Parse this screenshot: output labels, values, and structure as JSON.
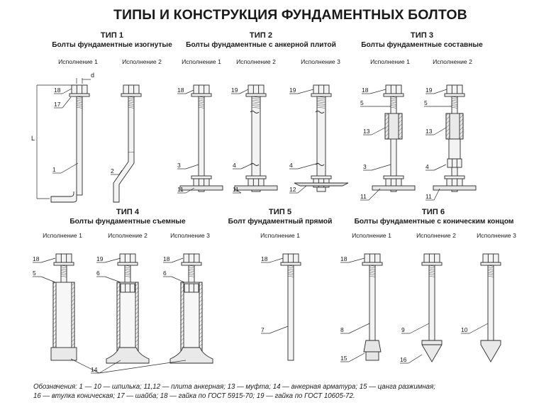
{
  "title": "ТИПЫ И КОНСТРУКЦИЯ ФУНДАМЕНТНЫХ БОЛТОВ",
  "types": [
    {
      "label": "ТИП 1",
      "subtitle": "Болты фундаментные изогнутые",
      "variants": [
        "Исполнение 1",
        "Исполнение 2"
      ]
    },
    {
      "label": "ТИП 2",
      "subtitle": "Болты фундаментные с анкерной плитой",
      "variants": [
        "Исполнение 1",
        "Исполнение 2",
        "Исполнение 3"
      ]
    },
    {
      "label": "ТИП 3",
      "subtitle": "Болты фундаментные составные",
      "variants": [
        "Исполнение 1",
        "Исполнение 2"
      ]
    },
    {
      "label": "ТИП 4",
      "subtitle": "Болты фундаментные съемные",
      "variants": [
        "Исполнение 1",
        "Исполнение 2",
        "Исполнение 3"
      ]
    },
    {
      "label": "ТИП 5",
      "subtitle": "Болт фундаментный прямой",
      "variants": [
        "Исполнение 1"
      ]
    },
    {
      "label": "ТИП 6",
      "subtitle": "Болты фундаментные с коническим концом",
      "variants": [
        "Исполнение 1",
        "Исполнение 2",
        "Исполнение 3"
      ]
    }
  ],
  "dimensions": {
    "d": "d",
    "L": "L"
  },
  "callouts": {
    "t1": [
      "18",
      "17",
      "1",
      "2"
    ],
    "t2": [
      "18",
      "3",
      "11",
      "19",
      "4",
      "11",
      "19",
      "4",
      "12"
    ],
    "t3": [
      "18",
      "5",
      "13",
      "3",
      "11",
      "19",
      "5",
      "13",
      "4",
      "11"
    ],
    "t4": [
      "18",
      "5",
      "19",
      "6",
      "18",
      "6",
      "14"
    ],
    "t5": [
      "18",
      "7"
    ],
    "t6": [
      "18",
      "8",
      "15",
      "9",
      "16",
      "10"
    ]
  },
  "legend": {
    "line1": "Обозначения: 1 — 10 — шпилька; 11,12 — плита анкерная; 13 — муфта; 14 — анкерная арматура; 15 — цанга разжимная;",
    "line2": "16 — втулка коническая; 17 — шайба; 18 — гайка по ГОСТ 5915-70; 19 — гайка по ГОСТ 10605-72."
  },
  "colors": {
    "line": "#2a2a2a",
    "shaft": "#f3f3f3",
    "hatch": "#555555",
    "text": "#1a1a1a"
  }
}
